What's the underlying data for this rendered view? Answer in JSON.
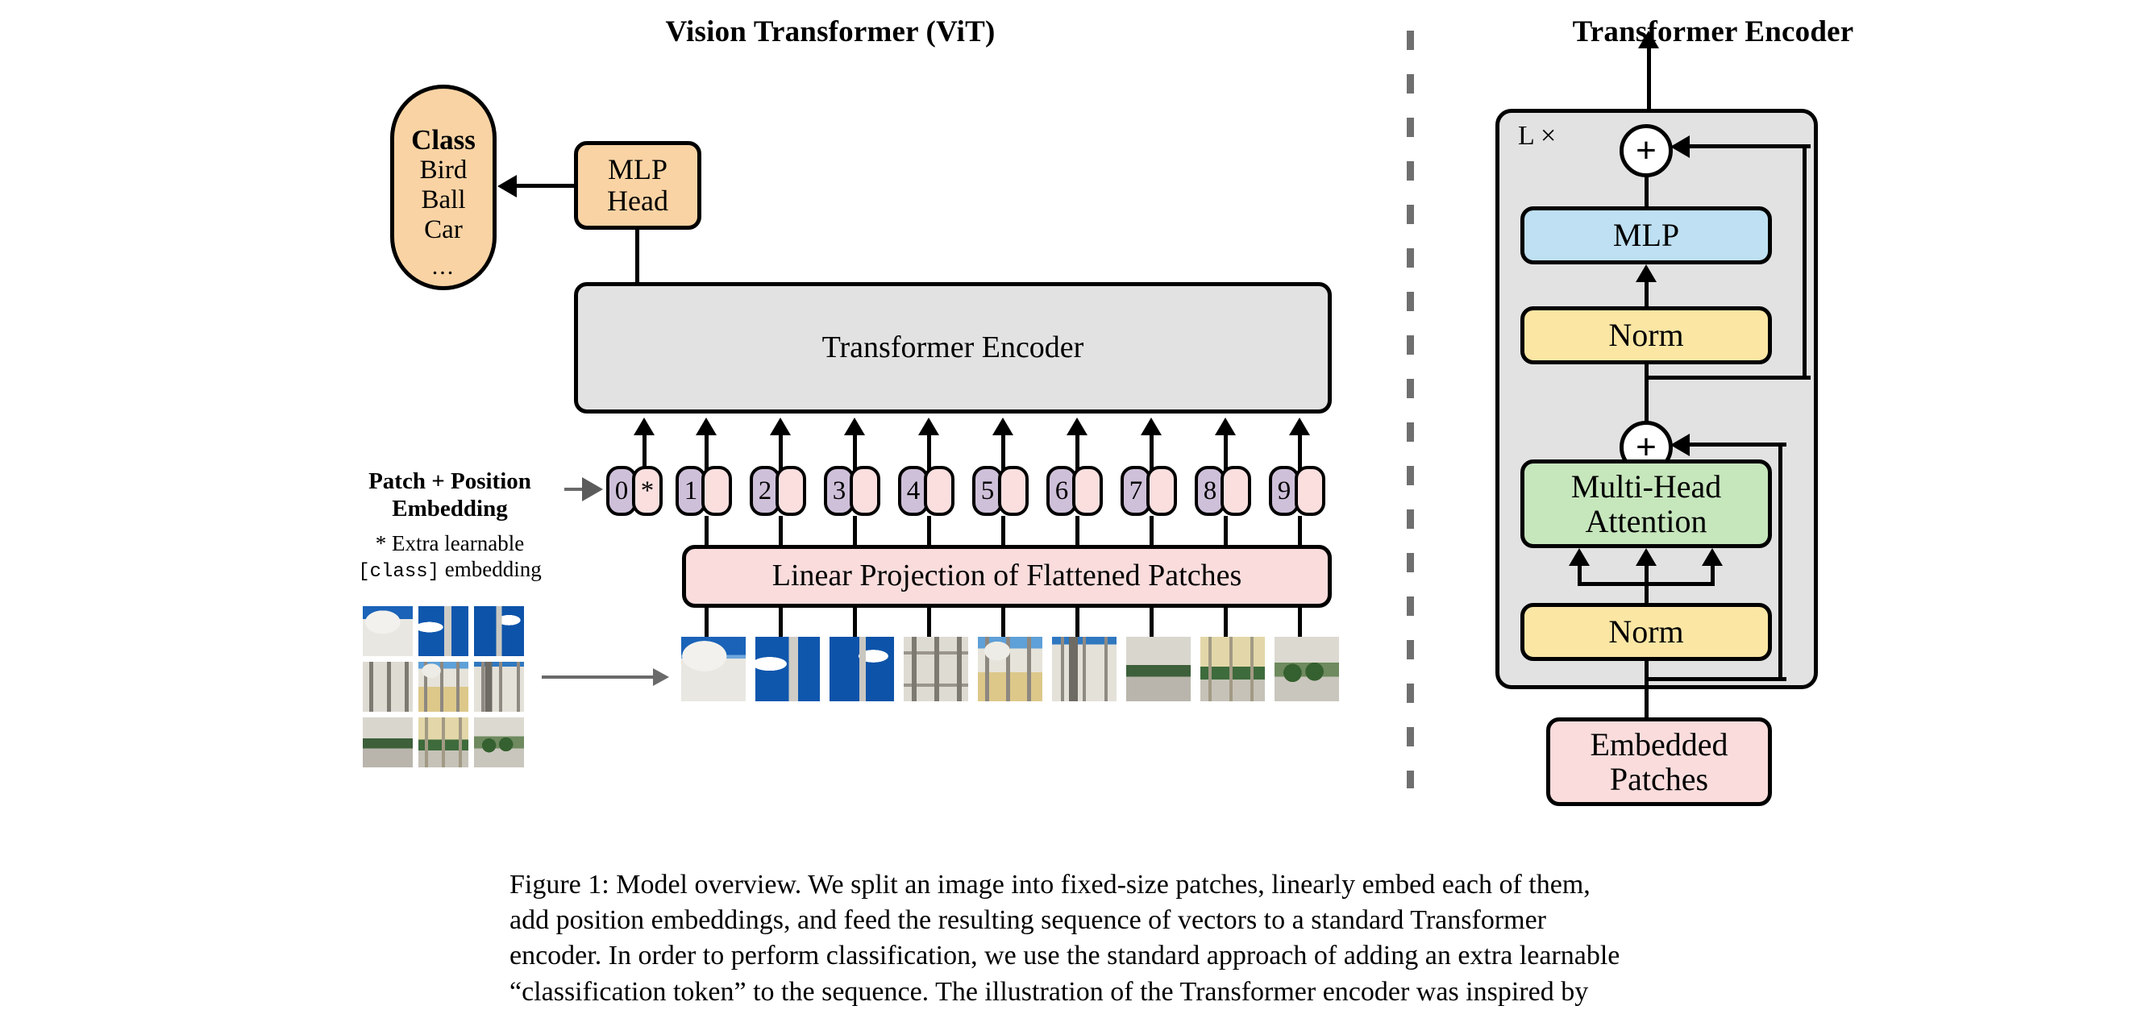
{
  "figure": {
    "left_panel_title": "Vision Transformer (ViT)",
    "right_panel_title": "Transformer Encoder"
  },
  "left_panel": {
    "class_box": {
      "header": "Class",
      "items": [
        "Bird",
        "Ball",
        "Car"
      ],
      "ellipsis": "..."
    },
    "mlp_head": {
      "line1": "MLP",
      "line2": "Head"
    },
    "encoder_block_label": "Transformer Encoder",
    "linear_projection_label": "Linear Projection of Flattened Patches",
    "patch_position_label_line1": "Patch + Position",
    "patch_position_label_line2": "Embedding",
    "extra_learnable_line1": "* Extra learnable",
    "extra_learnable_code": "[class]",
    "extra_learnable_line2_tail": " embedding",
    "class_token_marker": "*",
    "token_numbers": [
      "0",
      "1",
      "2",
      "3",
      "4",
      "5",
      "6",
      "7",
      "8",
      "9"
    ]
  },
  "right_panel": {
    "repeat_label": "L ×",
    "add_symbol": "+",
    "mlp_label": "MLP",
    "norm_top_label": "Norm",
    "attention_label_line1": "Multi-Head",
    "attention_label_line2": "Attention",
    "norm_bottom_label": "Norm",
    "embedded_patches_line1": "Embedded",
    "embedded_patches_line2": "Patches"
  },
  "caption": {
    "line1": "Figure 1: Model overview. We split an image into fixed-size patches, linearly embed each of them,",
    "line2": "add position embeddings, and feed the resulting sequence of vectors to a standard Transformer",
    "line3": "encoder. In order to perform classification, we use the standard approach of adding an extra learnable",
    "line4": "“classification token” to the sequence. The illustration of the Transformer encoder was inspired by"
  },
  "colors": {
    "orange": "#FAD3A4",
    "grey": "#E2E2E2",
    "pink": "#FADCDC",
    "light_blue": "#BEE0F2",
    "yellow": "#FBE6A4",
    "green": "#C6E6BC",
    "token_purple": "#CFC0DA",
    "token_pink": "#FBDFDF",
    "outline": "#000000",
    "divider_grey": "#6F6F6F"
  }
}
